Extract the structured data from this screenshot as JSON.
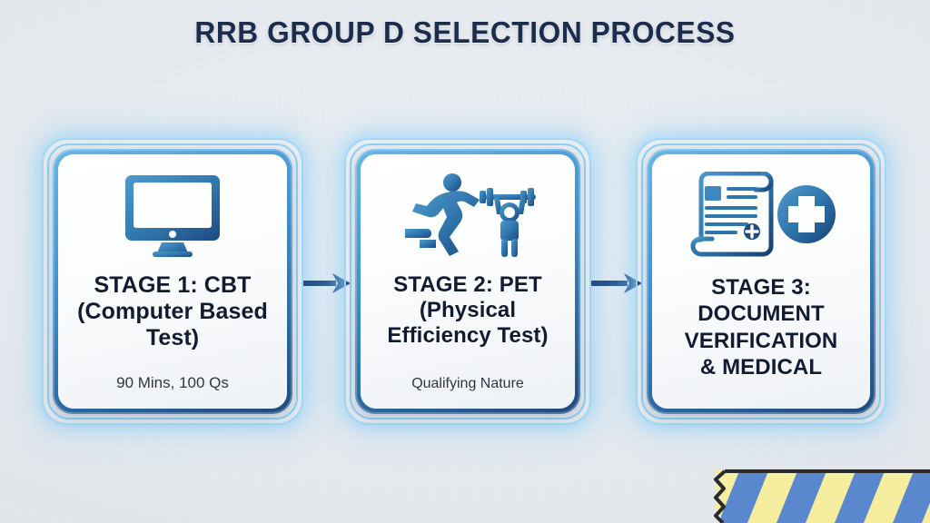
{
  "page": {
    "title": "RRB GROUP D SELECTION PROCESS",
    "background_color": "#e5e9ed",
    "title_color": "#1b2c4c"
  },
  "theme": {
    "card_border_blue": "#3d90cd",
    "card_glow_cyan": "#9ed8f8",
    "icon_blue_dark": "#1d4a80",
    "icon_blue_light": "#4f9acb",
    "text_navy": "#111b32",
    "arrow_color": "#1f4e86",
    "stripe_blue": "#5b87ce",
    "stripe_yellow": "#f5ee9e",
    "stripe_edge_dark": "#2b2b2b"
  },
  "stages": [
    {
      "id": "stage-1",
      "icon": "desktop-monitor-icon",
      "title": "STAGE 1: CBT\n(Computer Based Test)",
      "title_lines": [
        "STAGE 1: CBT",
        "(Computer Based",
        "Test)"
      ],
      "subtitle": "90 Mins, 100 Qs"
    },
    {
      "id": "stage-2",
      "icon": "running-and-weightlifting-icon",
      "title": "STAGE 2: PET\n(Physical Efficiency Test)",
      "title_lines": [
        "STAGE 2: PET",
        "(Physical",
        "Efficiency Test)"
      ],
      "subtitle": "Qualifying Nature"
    },
    {
      "id": "stage-3",
      "icon": "document-scroll-and-medical-cross-icon",
      "title": "STAGE 3:\nDOCUMENT VERIFICATION & MEDICAL",
      "title_lines": [
        "STAGE 3:",
        "DOCUMENT",
        "VERIFICATION",
        "& MEDICAL"
      ],
      "subtitle": ""
    }
  ],
  "connectors": [
    {
      "id": "arrow-1",
      "from": "stage-1",
      "to": "stage-2",
      "direction": "right"
    },
    {
      "id": "arrow-2",
      "from": "stage-2",
      "to": "stage-3",
      "direction": "right"
    }
  ],
  "decoration": {
    "stripe_banner": {
      "name": "diagonal-stripe-banner",
      "stripe_count": 7,
      "edge_style": "zigzag"
    }
  }
}
